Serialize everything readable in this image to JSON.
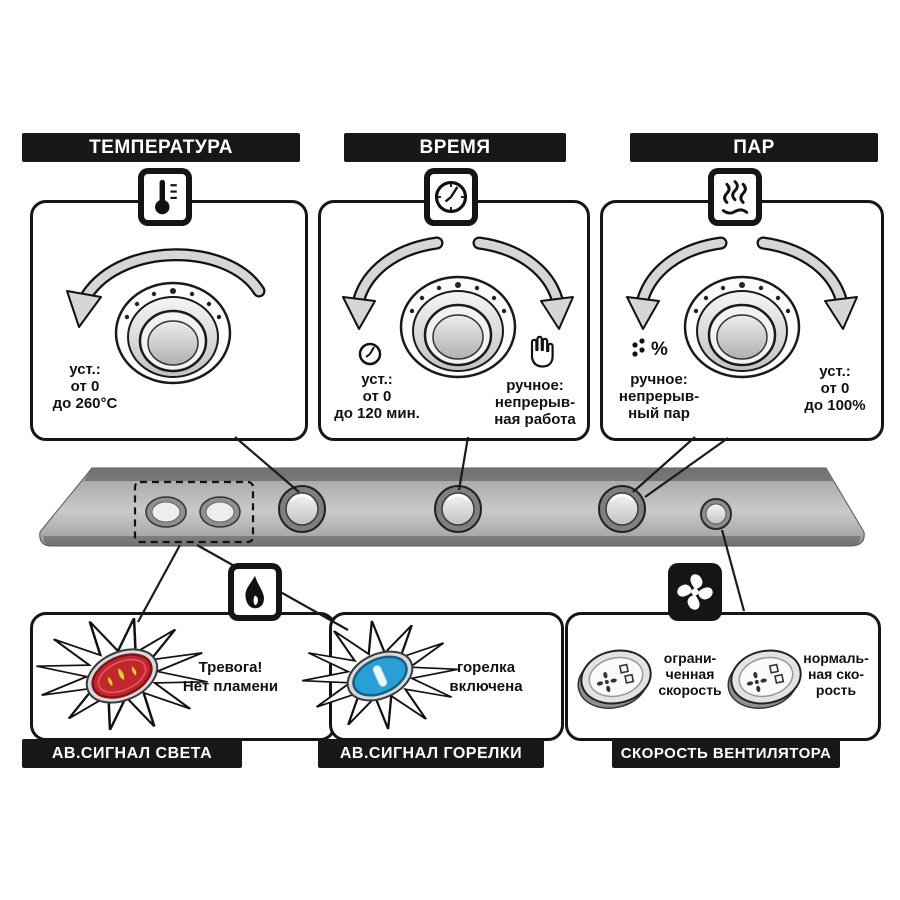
{
  "headers": {
    "temperature": "ТЕМПЕРАТУРА",
    "time": "ВРЕМЯ",
    "steam": "ПАР"
  },
  "temperature": {
    "set_lines": [
      "уст.:",
      "от 0",
      "до 260°C"
    ]
  },
  "time": {
    "set_lines": [
      "уст.:",
      "от 0",
      "до 120 мин."
    ],
    "manual_lines": [
      "ручное:",
      "непрерыв-",
      "ная работа"
    ]
  },
  "steam": {
    "manual_lines": [
      "ручное:",
      "непрерыв-",
      "ный пар"
    ],
    "manual_percent": "%",
    "set_lines": [
      "уст.:",
      "от 0",
      "до 100%"
    ]
  },
  "alarm_light": {
    "label_lines": [
      "Тревога!",
      "Нет пламени"
    ],
    "footer": "АВ.СИГНАЛ СВЕТА"
  },
  "burner": {
    "label_lines": [
      "горелка",
      "включена"
    ],
    "footer": "АВ.СИГНАЛ ГОРЕЛКИ"
  },
  "fan": {
    "limited_lines": [
      "ограни-",
      "ченная",
      "скорость"
    ],
    "normal_lines": [
      "нормаль-",
      "ная ско-",
      "рость"
    ],
    "footer": "СКОРОСТЬ ВЕНТИЛЯТОРА"
  },
  "icons": {
    "temperature": "thermometer-icon",
    "time": "clock-icon",
    "steam": "steam-icon",
    "burner": "flame-icon",
    "fan": "fan-icon",
    "manual": "hand-icon",
    "timer": "small-clock-icon",
    "steam_manual": "droplets-icon"
  },
  "colors": {
    "alarm_red": "#c4262e",
    "burner_blue": "#2a9fd6",
    "panel_gray": "#b5b5b5",
    "label_black": "#181818"
  }
}
